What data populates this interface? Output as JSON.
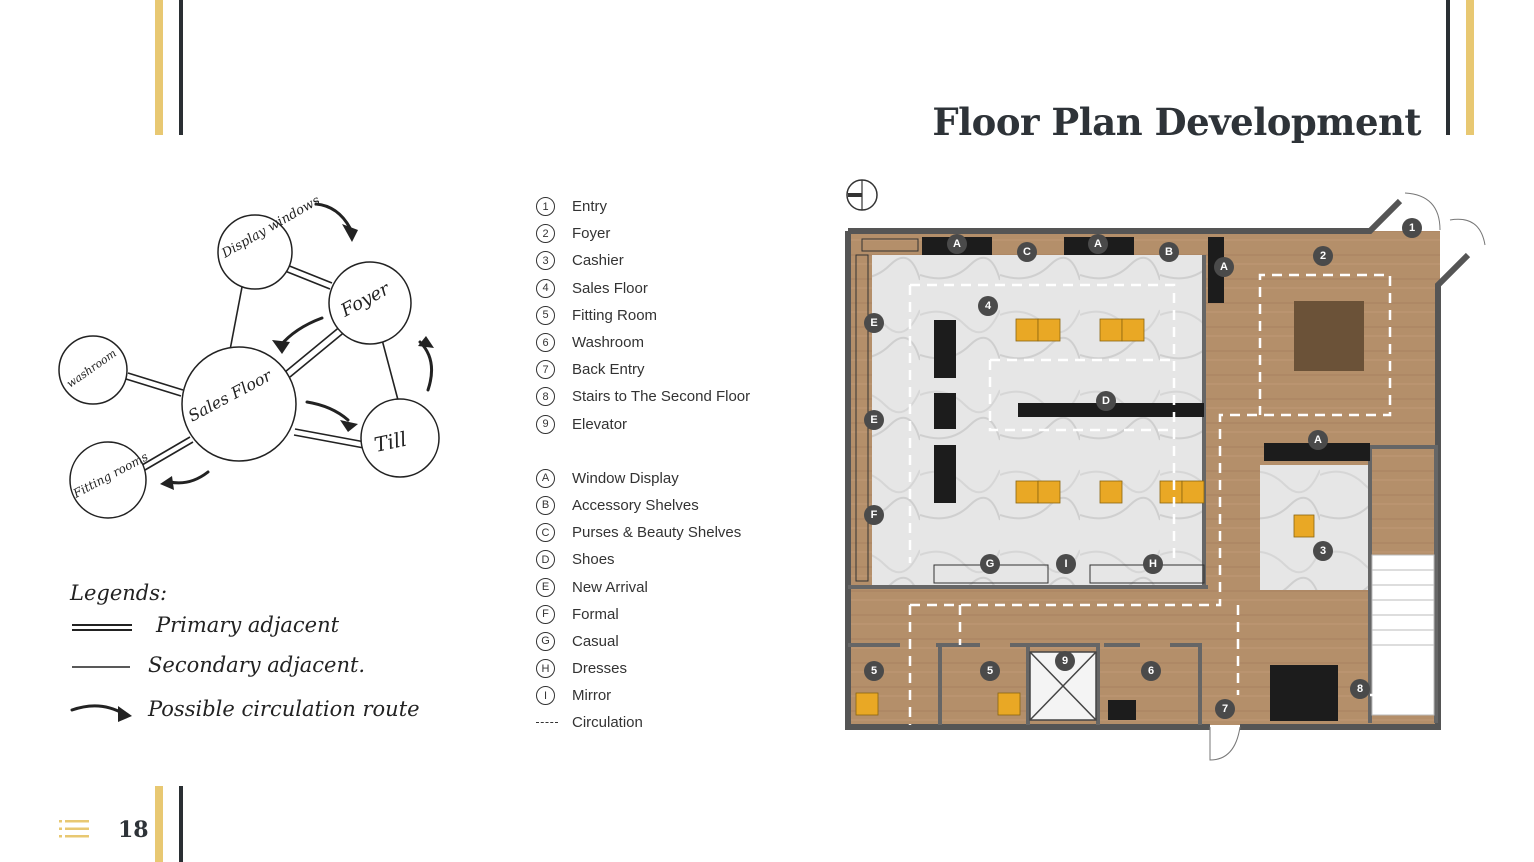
{
  "page": {
    "title": "Floor Plan Development",
    "page_number": "18",
    "colors": {
      "gold": "#e8c872",
      "dark": "#2a2f33",
      "wood": "#b48f6a",
      "marble": "#e4e4e4",
      "fixture_yellow": "#e9a825"
    }
  },
  "bubble_diagram": {
    "nodes": {
      "display": "Display windows",
      "foyer": "Foyer",
      "washroom": "washroom",
      "sales": "Sales Floor",
      "till": "Till",
      "fitting": "Fitting rooms"
    },
    "legend_title": "Legends:",
    "legend": {
      "primary": "Primary adjacent",
      "secondary": "Secondary adjacent.",
      "circulation": "Possible circulation route"
    }
  },
  "legend": {
    "rooms": [
      {
        "key": "1",
        "label": "Entry"
      },
      {
        "key": "2",
        "label": "Foyer"
      },
      {
        "key": "3",
        "label": "Cashier"
      },
      {
        "key": "4",
        "label": "Sales Floor"
      },
      {
        "key": "5",
        "label": "Fitting Room"
      },
      {
        "key": "6",
        "label": "Washroom"
      },
      {
        "key": "7",
        "label": "Back Entry"
      },
      {
        "key": "8",
        "label": "Stairs to The Second Floor"
      },
      {
        "key": "9",
        "label": "Elevator"
      }
    ],
    "fixtures": [
      {
        "key": "A",
        "label": "Window Display"
      },
      {
        "key": "B",
        "label": "Accessory Shelves"
      },
      {
        "key": "C",
        "label": "Purses & Beauty Shelves"
      },
      {
        "key": "D",
        "label": "Shoes"
      },
      {
        "key": "E",
        "label": "New Arrival"
      },
      {
        "key": "F",
        "label": "Formal"
      },
      {
        "key": "G",
        "label": "Casual"
      },
      {
        "key": "H",
        "label": "Dresses"
      },
      {
        "key": "I",
        "label": "Mirror"
      }
    ],
    "circulation": {
      "label": "Circulation"
    }
  },
  "floor_plan": {
    "markers": {
      "m1": "1",
      "m2": "2",
      "m3": "3",
      "m4": "4",
      "m5a": "5",
      "m5b": "5",
      "m6": "6",
      "m7": "7",
      "m8": "8",
      "m9": "9",
      "a1": "A",
      "a2": "A",
      "a3": "A",
      "a4": "A",
      "b": "B",
      "c": "C",
      "d": "D",
      "e1": "E",
      "e2": "E",
      "f": "F",
      "g": "G",
      "i": "I",
      "h": "H"
    }
  }
}
